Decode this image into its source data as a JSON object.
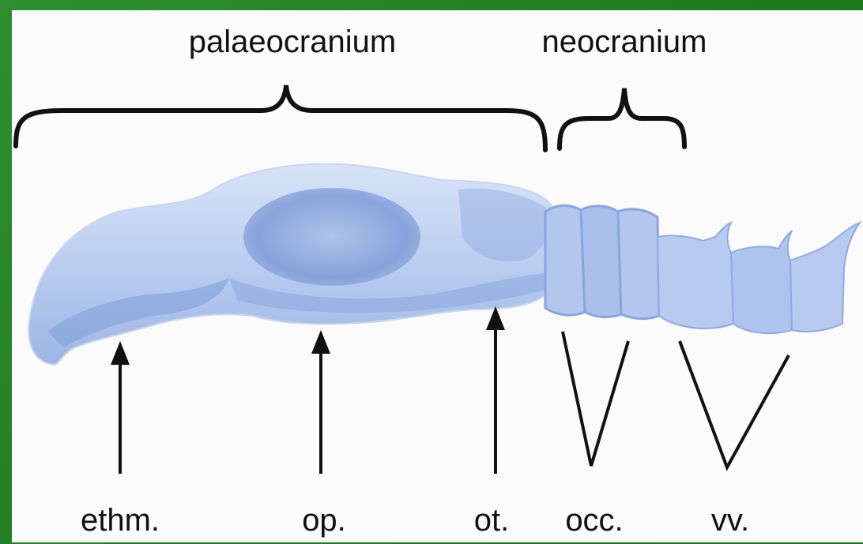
{
  "labels": {
    "palaeocranium": "palaeocranium",
    "neocranium": "neocranium",
    "ethm": "ethm.",
    "op": "op.",
    "ot": "ot.",
    "occ": "occ.",
    "vv": "vv."
  },
  "colors": {
    "frame_green": "#1f7a1f",
    "panel_bg": "#fbfbfb",
    "skull_light": "#c8d8f2",
    "skull_mid": "#9fb9e6",
    "skull_dark": "#6f8fcf",
    "ink": "#111111"
  }
}
